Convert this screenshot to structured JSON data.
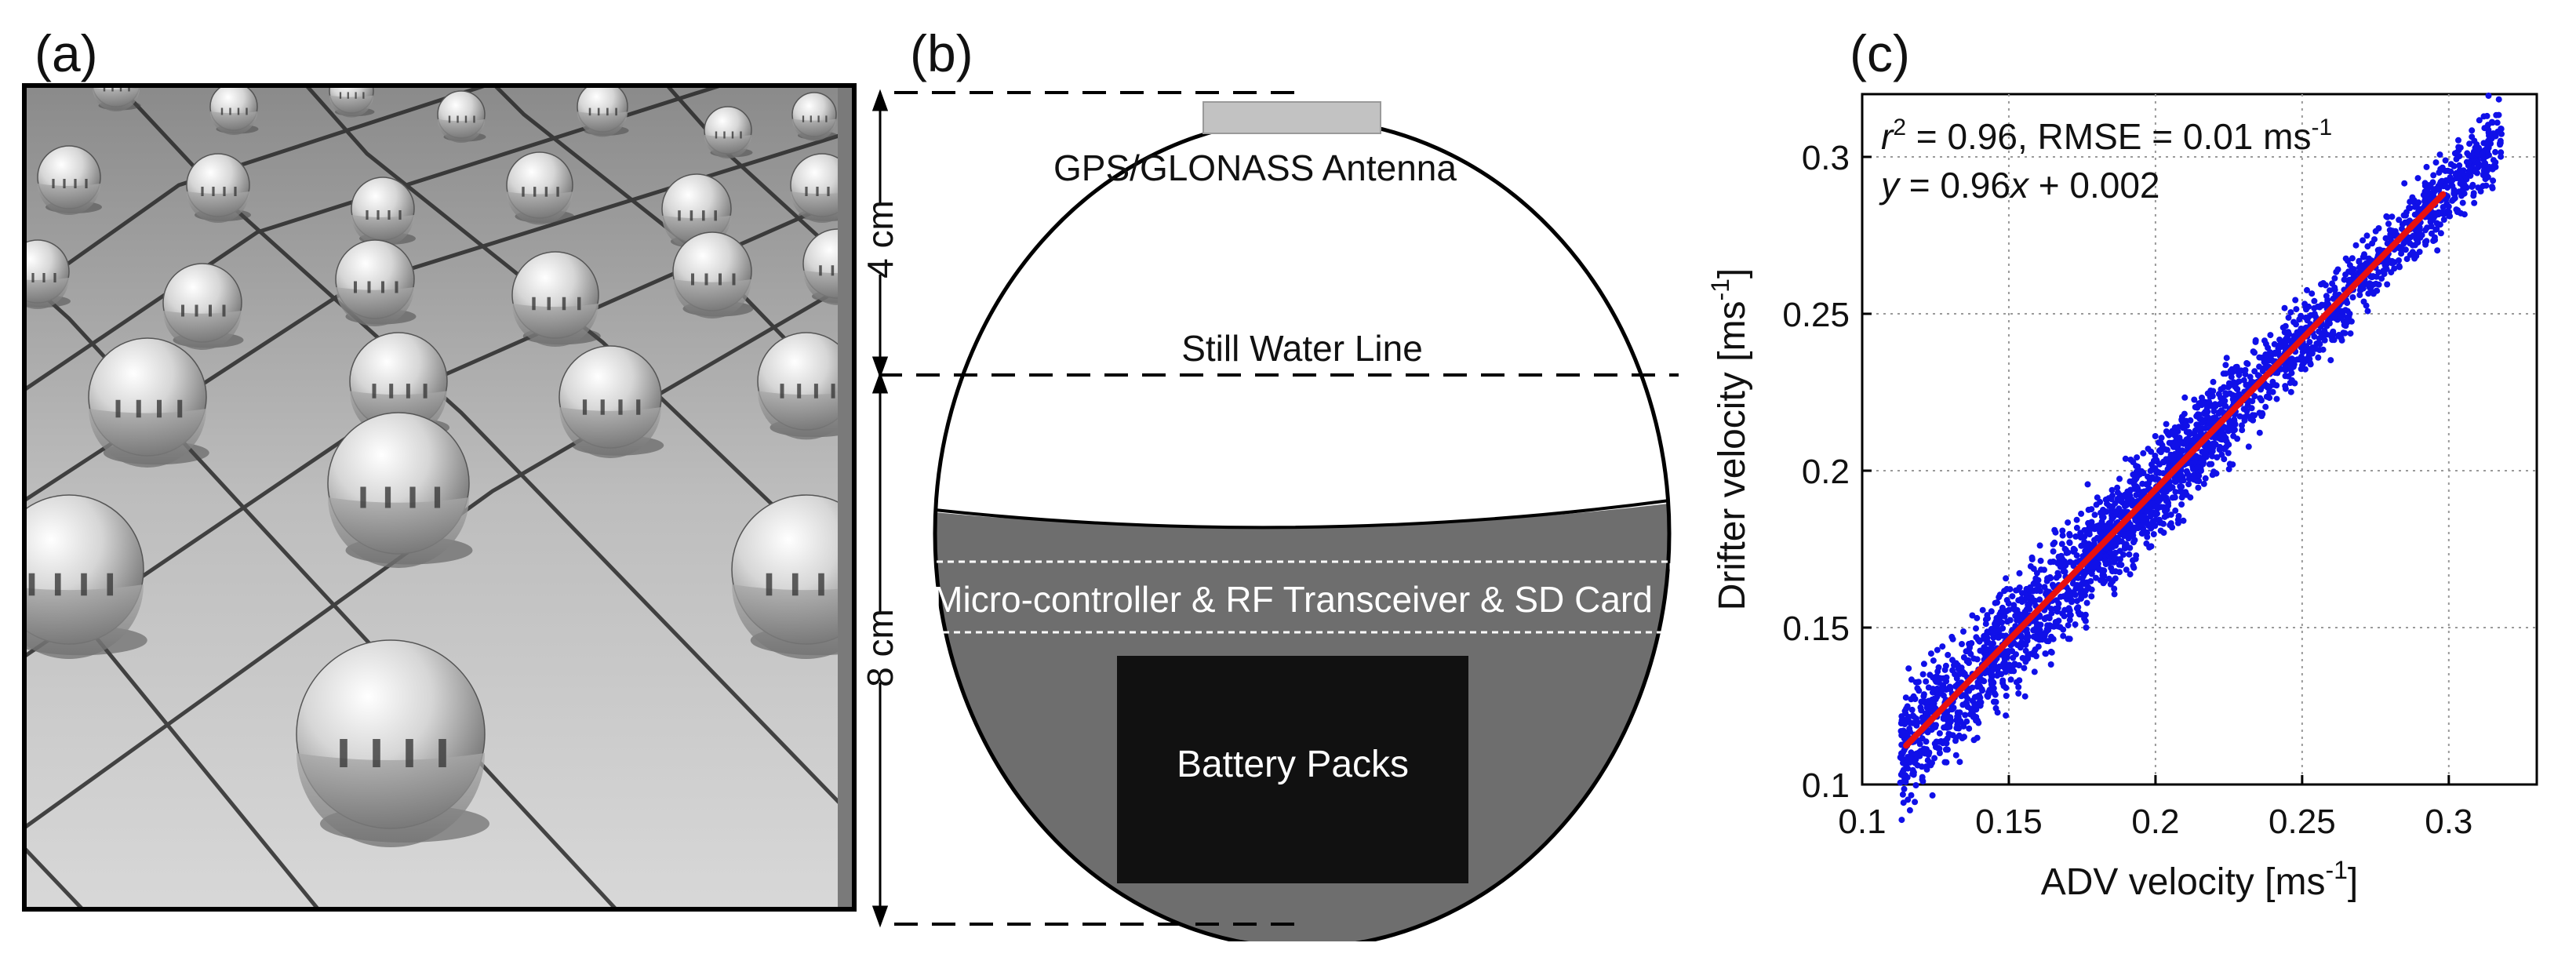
{
  "figure": {
    "panel_labels": [
      "(a)",
      "(b)",
      "(c)"
    ]
  },
  "panel_a": {
    "description_icon": "photo-of-spherical-drifters-icon"
  },
  "panel_b": {
    "antenna_label": "GPS/GLONASS Antenna",
    "waterline_label": "Still Water Line",
    "electronics_label": "Micro-controller & RF Transceiver & SD Card",
    "battery_label": "Battery Packs",
    "dim_top": "4 cm",
    "dim_bottom": "8 cm",
    "colors": {
      "hull_fill": "#6e6e6e",
      "battery": "#111111",
      "antenna": "#c2c2c2"
    }
  },
  "chart_data": {
    "type": "scatter",
    "xlabel": "ADV velocity [ms",
    "xlabel_sup": "-1",
    "xlabel_end": "]",
    "ylabel": "Drifter velocity [ms",
    "ylabel_sup": "-1",
    "ylabel_end": "]",
    "xlim": [
      0.1,
      0.33
    ],
    "ylim": [
      0.1,
      0.32
    ],
    "xticks": [
      0.1,
      0.15,
      0.2,
      0.25,
      0.3
    ],
    "yticks": [
      0.1,
      0.15,
      0.2,
      0.25,
      0.3
    ],
    "xtick_labels": [
      "0.1",
      "0.15",
      "0.2",
      "0.25",
      "0.3"
    ],
    "ytick_labels": [
      "0.1",
      "0.15",
      "0.2",
      "0.25",
      "0.3"
    ],
    "grid": true,
    "annotation_r2": "r",
    "annotation_r2_sup": "2",
    "annotation_r2_rest": " = 0.96, RMSE = 0.01 ms",
    "annotation_r2_unit_sup": "-1",
    "annotation_fit_y": "y",
    "annotation_fit_rest": " = 0.96",
    "annotation_fit_x": "x",
    "annotation_fit_end": " + 0.002",
    "fit_line": {
      "slope": 0.96,
      "intercept": 0.002,
      "x_range": [
        0.115,
        0.298
      ],
      "color": "#e81010"
    },
    "scatter_color": "#1010e8",
    "clusters": [
      {
        "x": [
          0.113,
          0.178
        ],
        "y_center_offset": 0.0,
        "y_spread": 0.018
      },
      {
        "x": [
          0.178,
          0.228
        ],
        "y_center_offset": 0.0,
        "y_spread": 0.015
      },
      {
        "x": [
          0.228,
          0.318
        ],
        "y_center_offset": 0.0,
        "y_spread": 0.012
      }
    ]
  }
}
